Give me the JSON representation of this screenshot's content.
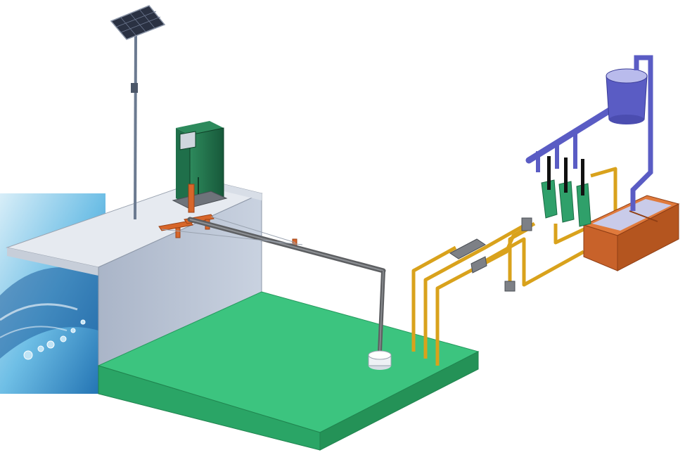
{
  "diagram": {
    "labels": [],
    "components": [
      {
        "id": "solar-panel",
        "icon": "solar-panel-icon"
      },
      {
        "id": "control-cabinet",
        "icon": "cabinet-icon"
      },
      {
        "id": "water-body",
        "icon": "water-icon"
      },
      {
        "id": "embankment",
        "icon": "wall-icon"
      },
      {
        "id": "ground-slab",
        "icon": "slab-icon"
      },
      {
        "id": "intake-pipe",
        "icon": "pipe-icon"
      },
      {
        "id": "float-sampler",
        "icon": "float-icon"
      },
      {
        "id": "yellow-pipeline",
        "icon": "pipe-icon"
      },
      {
        "id": "treatment-tank",
        "icon": "tank-icon"
      },
      {
        "id": "sensor-probes",
        "icon": "probe-icon"
      },
      {
        "id": "overhead-reservoir",
        "icon": "reservoir-icon"
      }
    ],
    "colors": {
      "water": "#4aa8d8",
      "wall": "#b9c4d6",
      "slab": "#2fb572",
      "cabinet": "#1f6f4a",
      "pipe_gray": "#5d5f62",
      "pipe_yellow": "#d9a21c",
      "pipe_orange": "#d7662a",
      "tank": "#c8622a",
      "reservoir": "#5a5cc4",
      "probe": "#2fa06a"
    }
  }
}
